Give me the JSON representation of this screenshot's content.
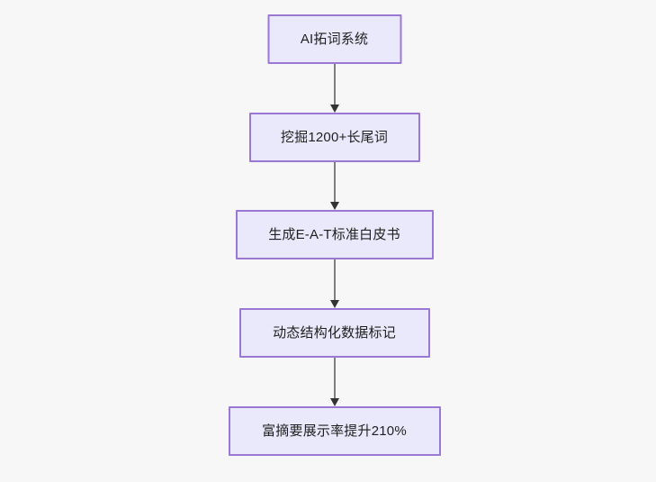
{
  "diagram": {
    "type": "flowchart",
    "direction": "top-to-bottom",
    "background_color": "#f7f7f7",
    "node_fill_color": "#e9e9fb",
    "node_border_color": "#9a78d4",
    "node_text_color": "#1f1f1f",
    "edge_line_color": "#7f7f7f",
    "edge_arrow_color": "#333333",
    "nodes": [
      {
        "id": "n1",
        "label": "AI拓词系统"
      },
      {
        "id": "n2",
        "label": "挖掘1200+长尾词"
      },
      {
        "id": "n3",
        "label": "生成E-A-T标准白皮书"
      },
      {
        "id": "n4",
        "label": "动态结构化数据标记"
      },
      {
        "id": "n5",
        "label": "富摘要展示率提升210%"
      }
    ],
    "edges": [
      {
        "from": "n1",
        "to": "n2",
        "label": ""
      },
      {
        "from": "n2",
        "to": "n3",
        "label": ""
      },
      {
        "from": "n3",
        "to": "n4",
        "label": ""
      },
      {
        "from": "n4",
        "to": "n5",
        "label": ""
      }
    ]
  }
}
